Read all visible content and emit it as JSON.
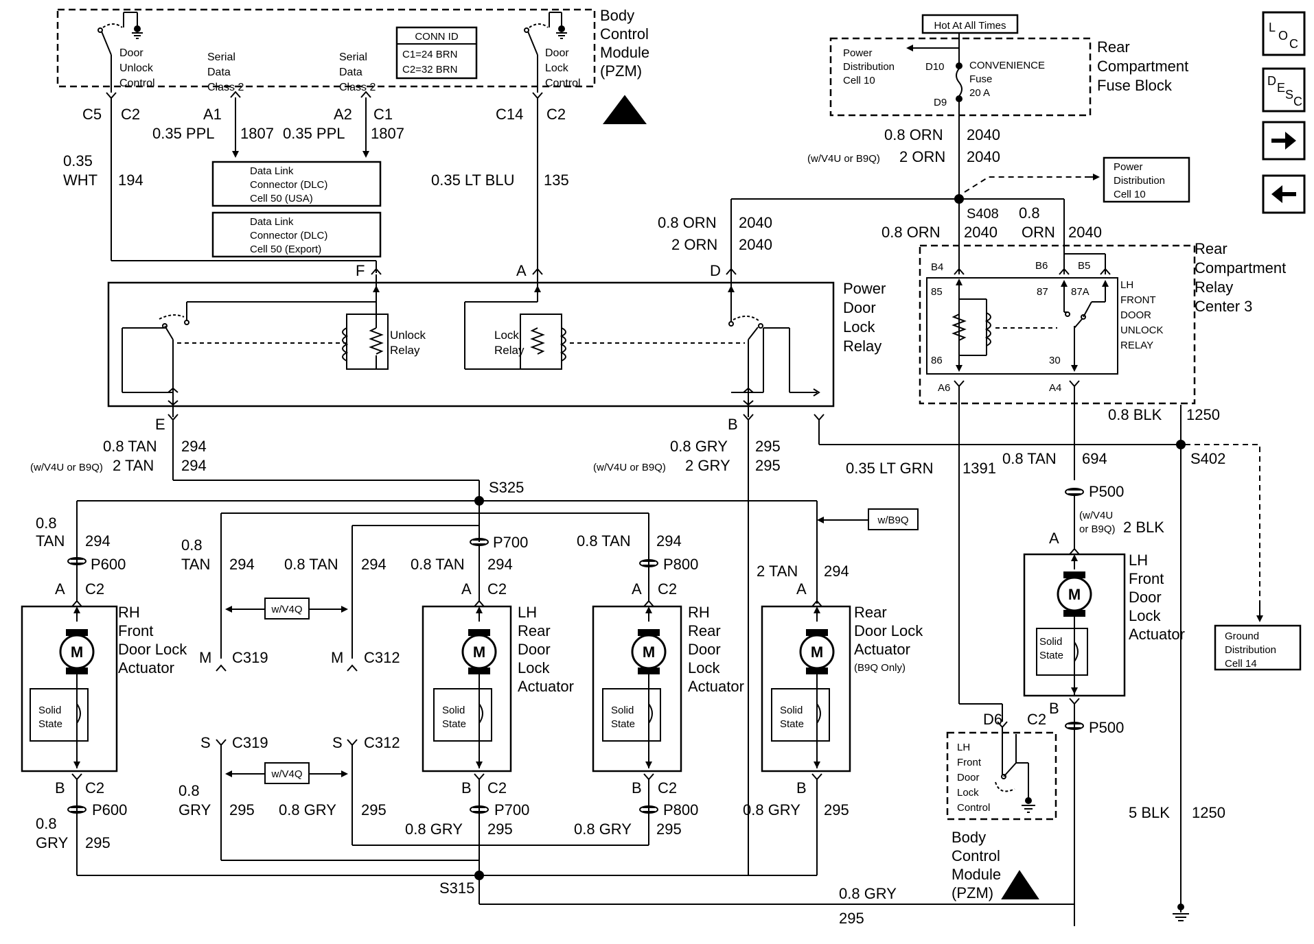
{
  "nav": {
    "loc_label_l": "L",
    "loc_label_o": "O",
    "loc_label_c": "C",
    "desc_label_d": "D",
    "desc_label_e": "E",
    "desc_label_s": "S",
    "desc_label_c": "C",
    "next_icon": "arrow-right-icon",
    "prev_icon": "arrow-left-icon"
  },
  "bcm_top": {
    "title_lines": [
      "Body",
      "Control",
      "Module",
      "(PZM)"
    ],
    "door_unlock_lines": [
      "Door",
      "Unlock",
      "Control"
    ],
    "door_lock_lines": [
      "Door",
      "Lock",
      "Control"
    ],
    "serial_left_lines": [
      "Serial",
      "Data",
      "Class 2"
    ],
    "serial_right_lines": [
      "Serial",
      "Data",
      "Class 2"
    ],
    "conn_id_title": "CONN ID",
    "conn_id_lines": [
      "C1=24 BRN",
      "C2=32 BRN"
    ]
  },
  "pins_top": {
    "c5": "C5",
    "c2a": "C2",
    "a1": "A1",
    "a2": "A2",
    "c1": "C1",
    "c14": "C14",
    "c2b": "C2"
  },
  "wires_top": {
    "ppl_left": "0.35 PPL",
    "n1807_left": "1807",
    "ppl_right": "0.35 PPL",
    "n1807_right": "1807",
    "wht_035": "0.35",
    "wht": "WHT",
    "n194": "194",
    "ltblu": "0.35 LT BLU",
    "n135": "135"
  },
  "dlc": {
    "usa_lines": [
      "Data Link",
      "Connector (DLC)",
      "Cell 50 (USA)"
    ],
    "export_lines": [
      "Data Link",
      "Connector (DLC)",
      "Cell 50 (Export)"
    ]
  },
  "fuse": {
    "hot_label": "Hot At All Times",
    "pdc_lines": [
      "Power",
      "Distribution",
      "Cell 10"
    ],
    "d10": "D10",
    "d9": "D9",
    "conv_lines": [
      "CONVENIENCE",
      "Fuse",
      "20 A"
    ],
    "block_lines": [
      "Rear",
      "Compartment",
      "Fuse Block"
    ],
    "orn1": "0.8 ORN",
    "n2040a": "2040",
    "opt_v4u": "(w/V4U or B9Q)",
    "orn2": "2 ORN",
    "n2040b": "2040",
    "pdc2_lines": [
      "Power",
      "Distribution",
      "Cell 10"
    ]
  },
  "splice_408": {
    "s408": "S408",
    "orn_left1": "0.8 ORN",
    "n2040_l1": "2040",
    "orn_left2": "2 ORN",
    "n2040_l2": "2040",
    "orn_mid": "0.8 ORN",
    "n2040_mid": "2040",
    "orn_right_08": "0.8",
    "orn_right": "ORN",
    "n2040_right": "2040"
  },
  "pdl_relay": {
    "f": "F",
    "a": "A",
    "d": "D",
    "title_lines": [
      "Power",
      "Door",
      "Lock",
      "Relay"
    ],
    "unlock_lines": [
      "Unlock",
      "Relay"
    ],
    "lock_lines": [
      "Lock",
      "Relay"
    ],
    "e": "E",
    "b": "B"
  },
  "rcrc": {
    "title_lines": [
      "Rear",
      "Compartment",
      "Relay",
      "Center 3"
    ],
    "b4": "B4",
    "b6": "B6",
    "b5": "B5",
    "p85": "85",
    "p86": "86",
    "p87": "87",
    "p87a": "87A",
    "p30": "30",
    "relay_lines": [
      "LH",
      "FRONT",
      "DOOR",
      "UNLOCK",
      "RELAY"
    ],
    "a6": "A6",
    "a4": "A4",
    "blk": "0.8 BLK",
    "n1250": "1250"
  },
  "mid_wires": {
    "tan1": "0.8 TAN",
    "n294a": "294",
    "opt1": "(w/V4U or B9Q)",
    "tan2": "2 TAN",
    "n294b": "294",
    "gry1": "0.8 GRY",
    "n295a": "295",
    "opt2": "(w/V4U or B9Q)",
    "gry2": "2 GRY",
    "n295b": "295",
    "ltgrn": "0.35 LT GRN",
    "n1391": "1391",
    "tan694": "0.8 TAN",
    "n694": "694",
    "s402": "S402",
    "p500a": "P500",
    "opt3a": "(w/V4U",
    "opt3b": "or B9Q)",
    "blk2": "2 BLK",
    "gnd_lines": [
      "Ground",
      "Distribution",
      "Cell 14"
    ]
  },
  "lh_front": {
    "a": "A",
    "title_lines": [
      "LH",
      "Front",
      "Door",
      "Lock",
      "Actuator"
    ],
    "m": "M",
    "solid_lines": [
      "Solid",
      "State"
    ],
    "b": "B",
    "c2": "C2",
    "p500b": "P500",
    "d6": "D6"
  },
  "s325": {
    "s325": "S325",
    "p700": "P700",
    "p600": "P600",
    "p800": "P800",
    "tan_08a": "0.8",
    "tan_a": "TAN",
    "n294_a": "294",
    "tan_08b": "0.8",
    "tan_b": "TAN",
    "n294_b": "294",
    "tan_c": "0.8 TAN",
    "n294_c": "294",
    "tan_d": "0.8 TAN",
    "n294_d": "294",
    "tan_e": "0.8 TAN",
    "n294_e": "294",
    "tan_f": "2 TAN",
    "n294_f": "294",
    "wb9q": "w/B9Q"
  },
  "conns": {
    "m1": "M",
    "c319": "C319",
    "m2": "M",
    "c312": "C312",
    "s1": "S",
    "c319b": "C319",
    "s2": "S",
    "c312b": "C312",
    "wv4q_a": "w/V4Q",
    "wv4q_b": "w/V4Q"
  },
  "actuators": {
    "rh_front": {
      "a": "A",
      "c2": "C2",
      "title_lines": [
        "RH",
        "Front",
        "Door Lock",
        "Actuator"
      ],
      "m": "M",
      "solid_lines": [
        "Solid",
        "State"
      ],
      "b": "B",
      "c2b": "C2"
    },
    "lh_rear": {
      "a": "A",
      "c2": "C2",
      "title_lines": [
        "LH",
        "Rear",
        "Door",
        "Lock",
        "Actuator"
      ],
      "m": "M",
      "solid_lines": [
        "Solid",
        "State"
      ],
      "b": "B",
      "c2b": "C2"
    },
    "rh_rear": {
      "a": "A",
      "c2": "C2",
      "title_lines": [
        "RH",
        "Rear",
        "Door",
        "Lock",
        "Actuator"
      ],
      "m": "M",
      "solid_lines": [
        "Solid",
        "State"
      ],
      "b": "B",
      "c2b": "C2"
    },
    "rear": {
      "a": "A",
      "title_lines": [
        "Rear",
        "Door Lock",
        "Actuator"
      ],
      "note": "(B9Q Only)",
      "m": "M",
      "solid_lines": [
        "Solid",
        "State"
      ],
      "b": "B"
    }
  },
  "bottom": {
    "p600": "P600",
    "p700": "P700",
    "p800": "P800",
    "gry_08a": "0.8",
    "gry_a": "GRY",
    "n295_a": "295",
    "gry_08b": "0.8",
    "gry_b": "GRY",
    "n295_b": "295",
    "gry_c": "0.8 GRY",
    "n295_c": "295",
    "gry_d": "0.8 GRY",
    "n295_d": "295",
    "gry_e": "0.8 GRY",
    "n295_e": "295",
    "gry_f": "0.8 GRY",
    "n295_f": "295",
    "s315": "S315",
    "gry_g": "0.8 GRY",
    "n295_g": "295",
    "blk5": "5 BLK",
    "n1250": "1250"
  },
  "bcm_bottom": {
    "switch_lines": [
      "LH",
      "Front",
      "Door",
      "Lock",
      "Control"
    ],
    "title_lines": [
      "Body",
      "Control",
      "Module",
      "(PZM)"
    ]
  }
}
